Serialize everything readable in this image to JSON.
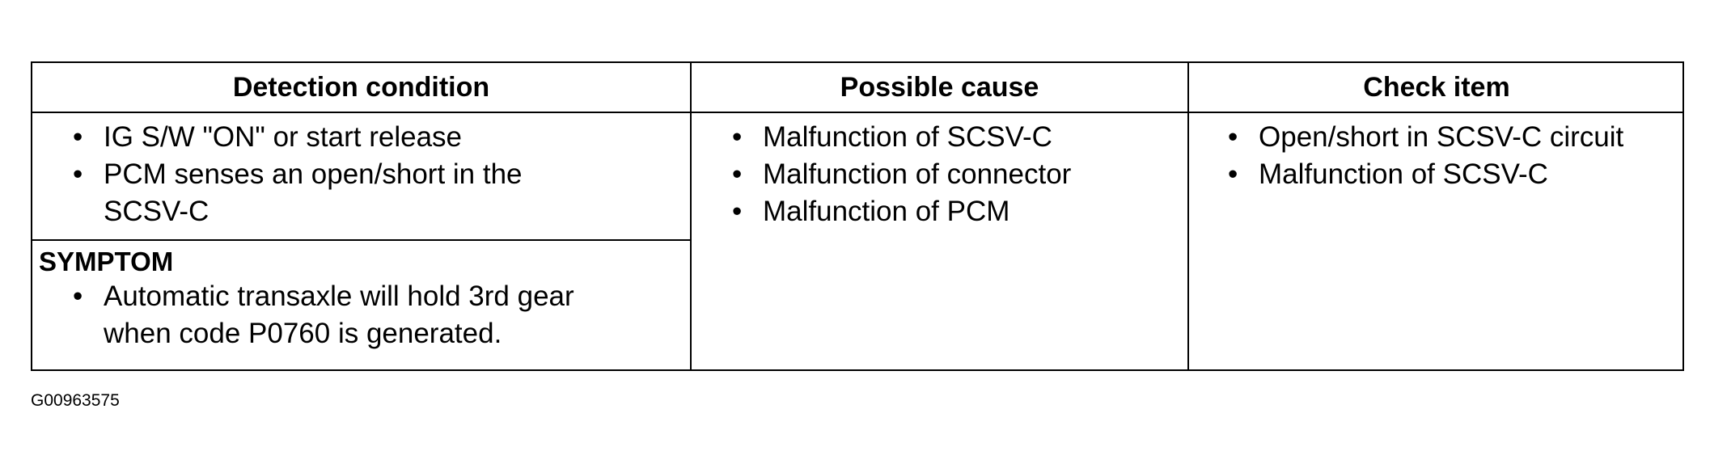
{
  "table": {
    "headers": [
      "Detection condition",
      "Possible cause",
      "Check item"
    ],
    "detection_condition": [
      "IG S/W \"ON\" or start release",
      "PCM senses an open/short in the SCSV-C"
    ],
    "symptom": {
      "heading": "SYMPTOM",
      "items": [
        "Automatic transaxle will hold 3rd gear when code P0760 is generated."
      ]
    },
    "possible_cause": [
      "Malfunction of SCSV-C",
      "Malfunction of connector",
      "Malfunction of PCM"
    ],
    "check_item": [
      "Open/short in SCSV-C circuit",
      "Malfunction of SCSV-C"
    ]
  },
  "figure_id": "G00963575"
}
